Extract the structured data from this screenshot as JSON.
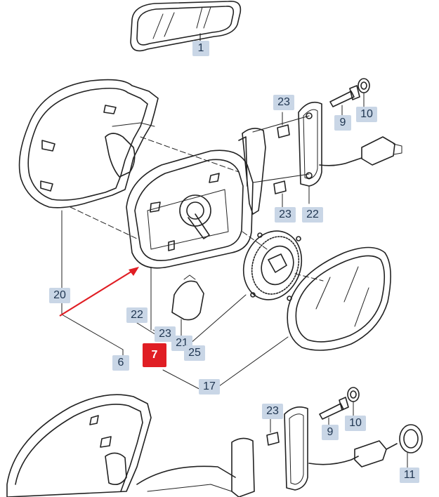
{
  "diagram": {
    "callouts": [
      {
        "id": "c1",
        "label": "1"
      },
      {
        "id": "c23a",
        "label": "23"
      },
      {
        "id": "c9a",
        "label": "9"
      },
      {
        "id": "c10a",
        "label": "10"
      },
      {
        "id": "c23b",
        "label": "23"
      },
      {
        "id": "c22a",
        "label": "22"
      },
      {
        "id": "c20",
        "label": "20"
      },
      {
        "id": "c22b",
        "label": "22"
      },
      {
        "id": "c23c",
        "label": "23"
      },
      {
        "id": "c21",
        "label": "21"
      },
      {
        "id": "c25",
        "label": "25"
      },
      {
        "id": "c6",
        "label": "6"
      },
      {
        "id": "c7",
        "label": "7"
      },
      {
        "id": "c17",
        "label": "17"
      },
      {
        "id": "c23d",
        "label": "23"
      },
      {
        "id": "c9b",
        "label": "9"
      },
      {
        "id": "c10b",
        "label": "10"
      },
      {
        "id": "c11",
        "label": "11"
      }
    ],
    "highlight_color": "#e01e24",
    "arrow_color": "#e01e24",
    "callout_color": "#c9d6e6"
  }
}
